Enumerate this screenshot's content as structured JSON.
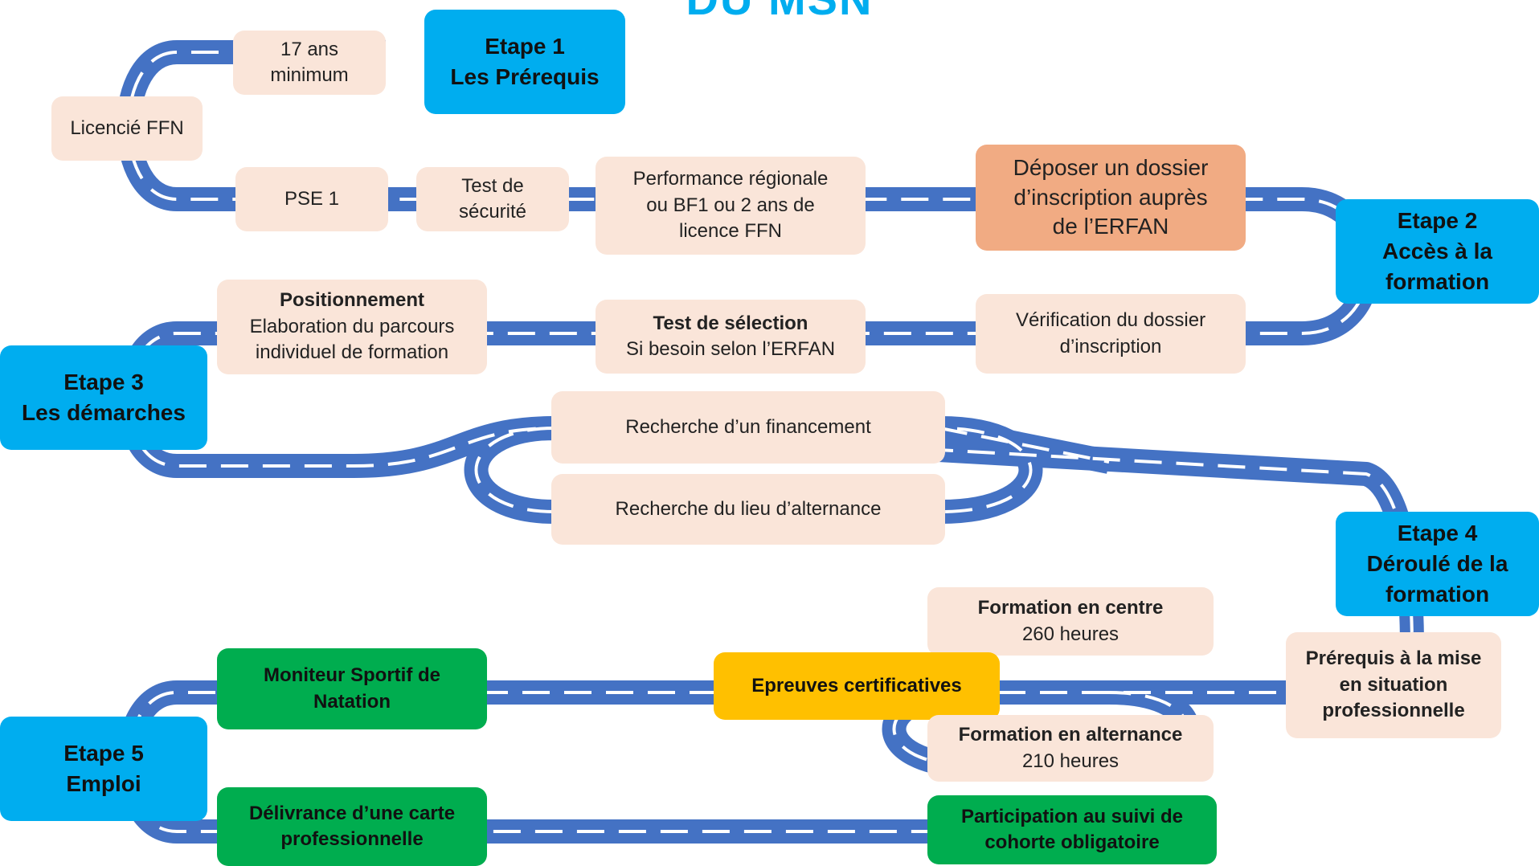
{
  "title": "DU MSN",
  "stages": {
    "s1": [
      "Etape 1",
      "Les Prérequis"
    ],
    "s2": [
      "Etape 2",
      "Accès à la",
      "formation"
    ],
    "s3": [
      "Etape 3",
      "Les démarches"
    ],
    "s4": [
      "Etape 4",
      "Déroulé de la",
      "formation"
    ],
    "s5": [
      "Etape 5",
      "Emploi"
    ]
  },
  "boxes": {
    "age": [
      "17 ans",
      "minimum"
    ],
    "licence": [
      "Licencié FFN"
    ],
    "pse": [
      "PSE 1"
    ],
    "safety": [
      "Test de",
      "sécurité"
    ],
    "perf": [
      "Performance régionale",
      "ou BF1 ou 2 ans de",
      "licence FFN"
    ],
    "dossier": [
      "Déposer un dossier",
      "d’inscription auprès",
      "de l’ERFAN"
    ],
    "verif": [
      "Vérification du dossier",
      "d’inscription"
    ],
    "selection_title": "Test de sélection",
    "selection_text": "Si besoin selon l’ERFAN",
    "position_title": "Positionnement",
    "position_text": [
      "Elaboration du parcours",
      "individuel de formation"
    ],
    "financement": "Recherche d’un financement",
    "alternance_lieu": "Recherche du lieu d’alternance",
    "prereq_mise": [
      "Prérequis à la mise",
      "en situation",
      "professionnelle"
    ],
    "centre_title": "Formation en centre",
    "centre_hours": "260 heures",
    "alt_title": "Formation en alternance",
    "alt_hours": "210 heures",
    "epreuves": "Epreuves certificatives",
    "moniteur": [
      "Moniteur Sportif de",
      "Natation"
    ],
    "carte": [
      "Délivrance d’une carte",
      "professionnelle"
    ],
    "suivi": [
      "Participation au suivi de",
      "cohorte obligatoire"
    ]
  },
  "colors": {
    "road": "#4472c4",
    "stage": "#00adef",
    "peach": "#fae5d9",
    "salmon": "#f1ab83",
    "green": "#00ad4f",
    "yellow": "#ffc000"
  }
}
